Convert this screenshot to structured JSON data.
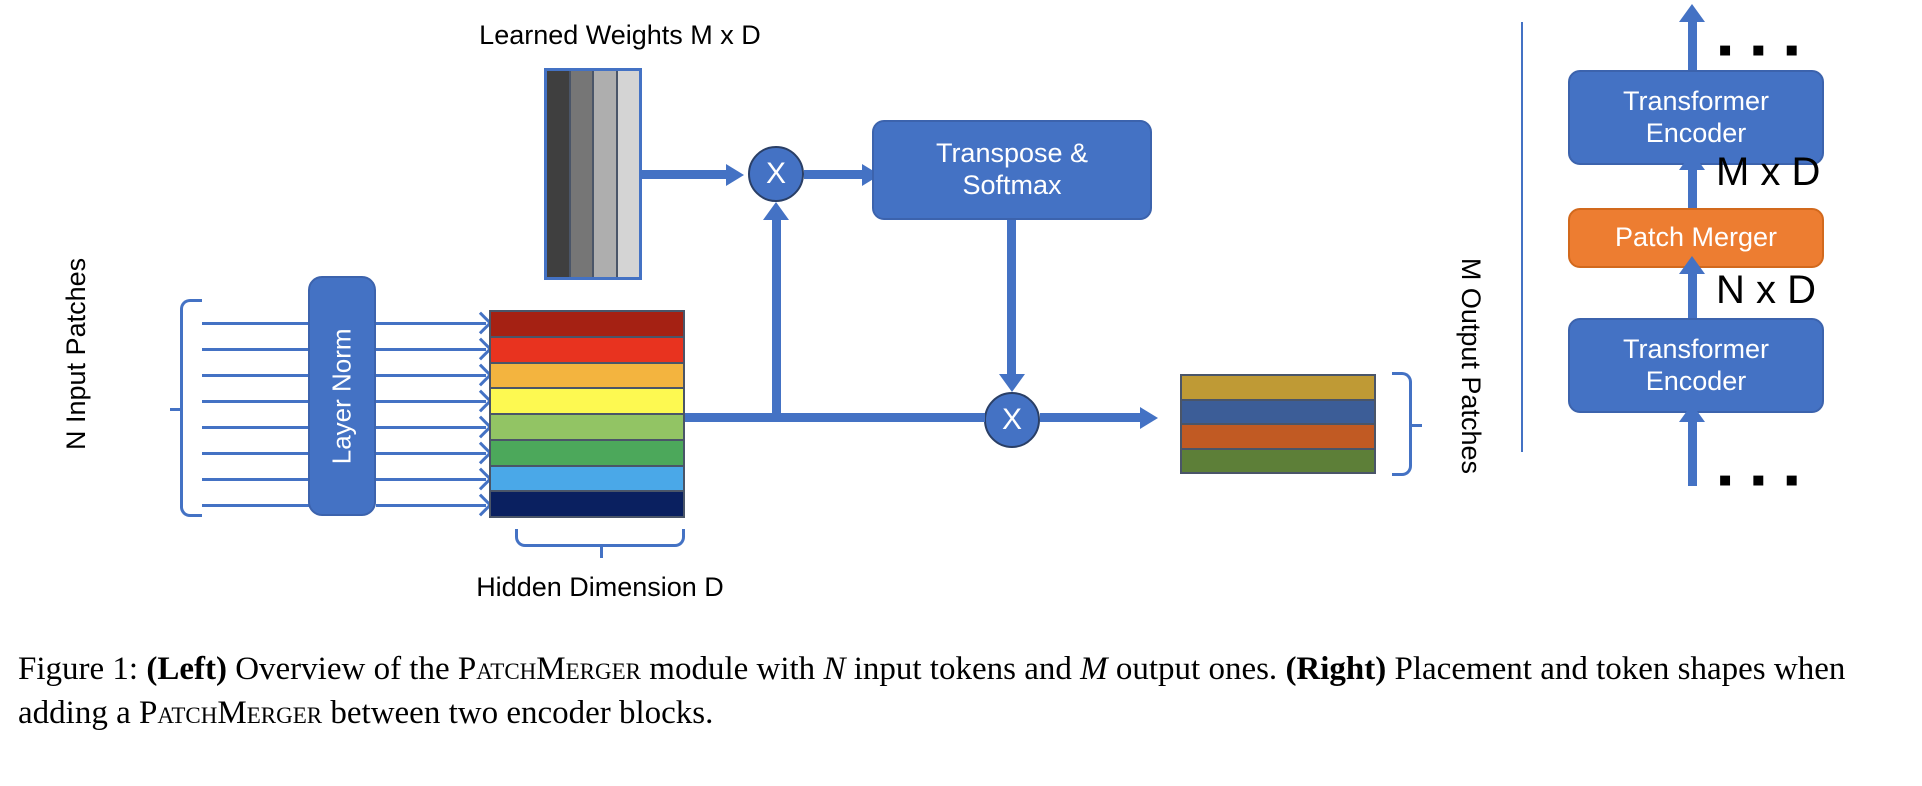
{
  "figure": {
    "left_panel": {
      "title_label": "Learned Weights M x D",
      "input_bracket_label": "N Input Patches",
      "layer_norm_label": "Layer Norm",
      "hidden_dim_label": "Hidden Dimension D",
      "transpose_softmax_label": "Transpose & Softmax",
      "multiply_node_1_label": "X",
      "multiply_node_2_label": "X",
      "output_bracket_label": "M Output Patches",
      "weights_matrix": {
        "name": "learned-weights-matrix",
        "columns": [
          "#3f3f3f",
          "#767676",
          "#aeaeae",
          "#d4d4d4"
        ],
        "border_color": "#4472c4"
      },
      "hidden_states_matrix": {
        "name": "hidden-states-matrix",
        "rows": [
          "#a52113",
          "#e8331f",
          "#f3b43f",
          "#fdf951",
          "#92c464",
          "#4ca85b",
          "#4aa8e8",
          "#0a2060"
        ],
        "row_count": 8
      },
      "output_matrix": {
        "name": "output-patches-matrix",
        "rows": [
          "#bf9a35",
          "#3c5d97",
          "#c15a23",
          "#5d7f38"
        ],
        "row_count": 4
      },
      "input_line_count": 8
    },
    "right_panel": {
      "top_dots": "▪ ▪ ▪",
      "bottom_dots": "▪ ▪ ▪",
      "top_encoder_label": "Transformer Encoder",
      "patch_merger_label": "Patch Merger",
      "bottom_encoder_label": "Transformer Encoder",
      "top_shape_label": "M x D",
      "bottom_shape_label": "N x D"
    },
    "colors": {
      "accent_blue": "#4472c4",
      "accent_orange": "#ed7d31",
      "text_dark": "#000000",
      "box_text": "#ffffff"
    },
    "caption": {
      "prefix": "Figure 1:",
      "left_tag": "(Left)",
      "left_text_a": "Overview of the",
      "left_sc": "PatchMerger",
      "left_text_b": "module with",
      "left_var_n": "N",
      "left_text_c": "input tokens and",
      "left_var_m": "M",
      "left_text_d": "output ones.",
      "right_tag": "(Right)",
      "right_text_a": "Placement and token shapes when adding a",
      "right_sc": "PatchMerger",
      "right_text_b": "between two encoder blocks."
    }
  }
}
